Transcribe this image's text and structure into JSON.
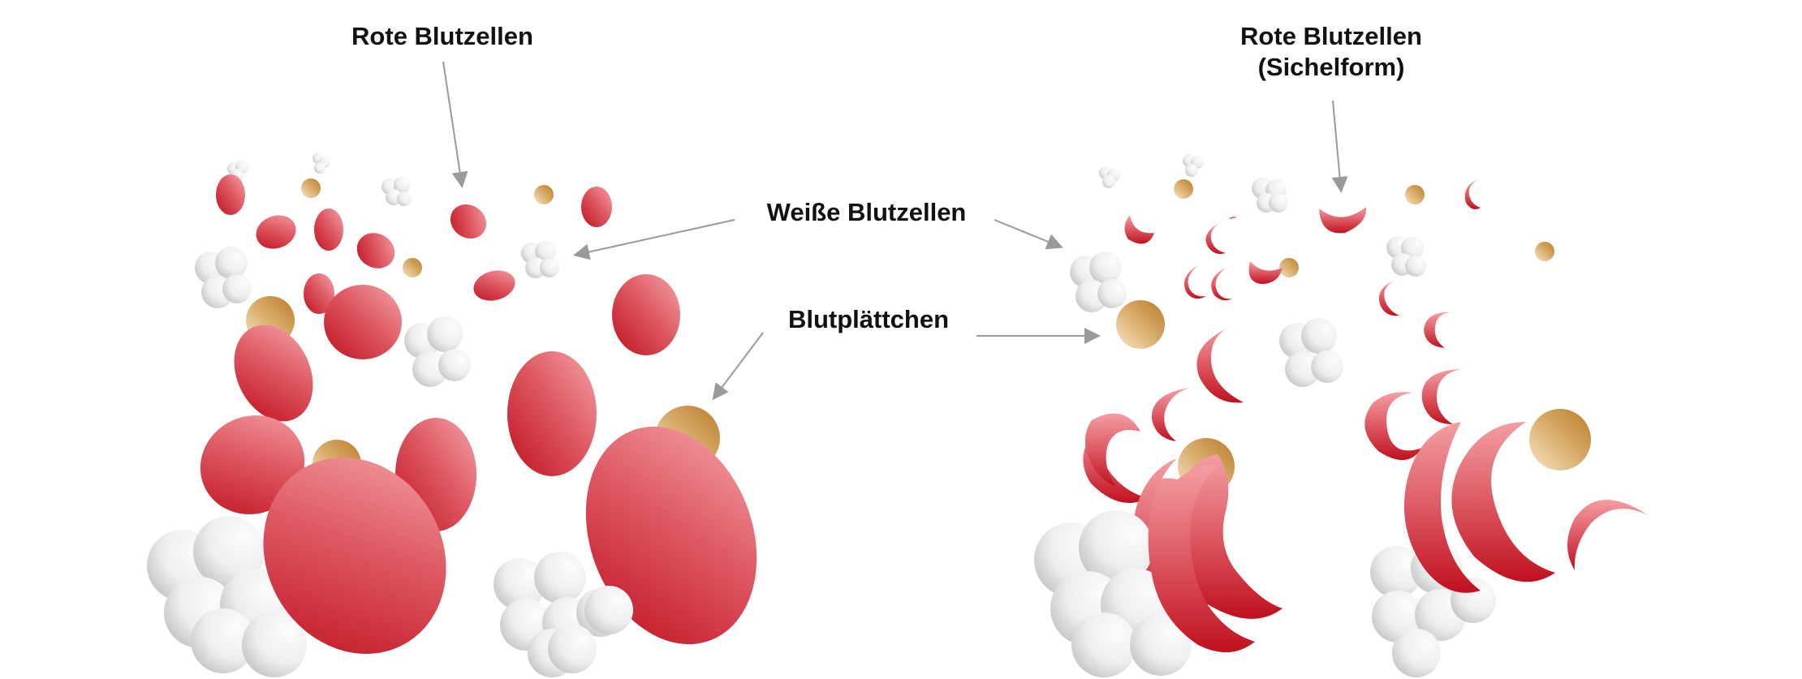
{
  "labels": {
    "rbc_normal": "Rote Blutzellen",
    "rbc_sickle_line1": "Rote Blutzellen",
    "rbc_sickle_line2": "(Sichelform)",
    "wbc": "Weiße Blutzellen",
    "platelets": "Blutplättchen"
  },
  "panels": [
    {
      "name": "normal",
      "description": "Normale Blutzellen: runde/ovale rote Blutzellen, weiße Blutzellen, Blutplättchen"
    },
    {
      "name": "sickle",
      "description": "Sichelzellen: sichelförmige rote Blutzellen, weiße Blutzellen, Blutplättchen"
    }
  ],
  "colors": {
    "rbc_dark": "#c0111f",
    "rbc_light": "#f39ea3",
    "platelet_dark": "#c08a3a",
    "platelet_light": "#f5e2bf",
    "wbc_dark": "#b9bcbf",
    "wbc_light": "#fbfbfb",
    "arrow": "#9a9a9a",
    "text": "#111111"
  }
}
